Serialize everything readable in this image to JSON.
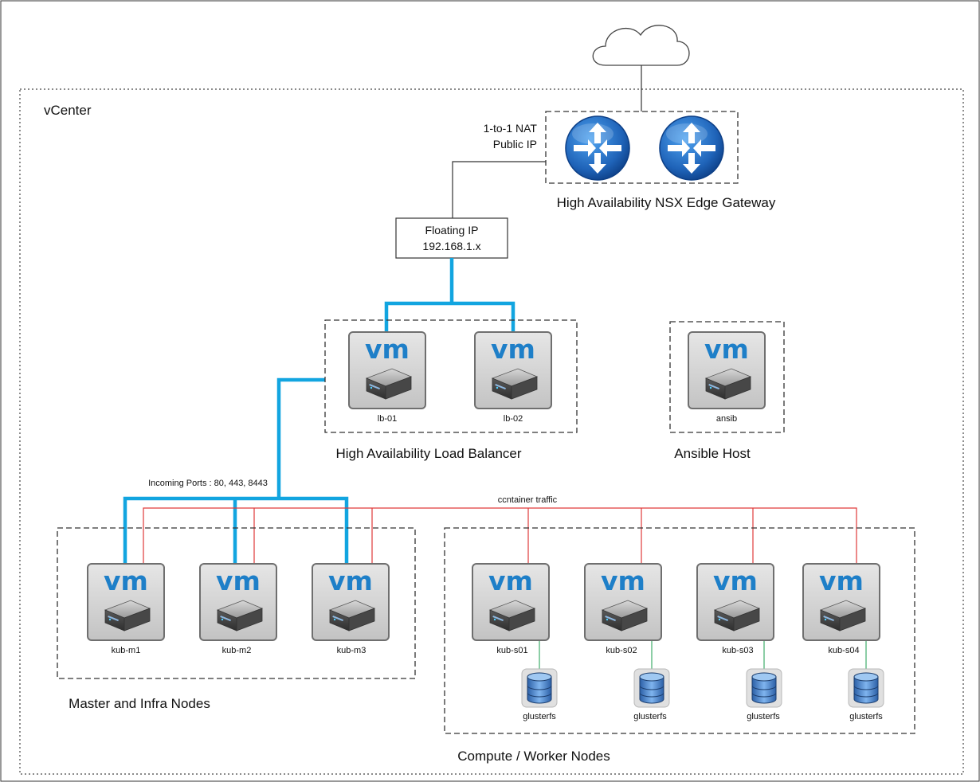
{
  "diagram": {
    "vcenter_label": "vCenter",
    "nat_label_line1": "1-to-1 NAT",
    "nat_label_line2": "Public IP",
    "gateway_caption": "High Availability NSX Edge Gateway",
    "floating_ip_line1": "Floating IP",
    "floating_ip_line2": "192.168.1.x",
    "load_balancer_caption": "High Availability Load Balancer",
    "ansible_caption": "Ansible Host",
    "incoming_ports_label": "Incoming Ports : 80, 443, 8443",
    "container_traffic_label": "ccntainer traffic",
    "master_caption": "Master and Infra Nodes",
    "worker_caption": "Compute / Worker Nodes",
    "vm_badge": "vm",
    "nodes": {
      "lb01": "lb-01",
      "lb02": "lb-02",
      "ansib": "ansib",
      "kubm1": "kub-m1",
      "kubm2": "kub-m2",
      "kubm3": "kub-m3",
      "kubs01": "kub-s01",
      "kubs02": "kub-s02",
      "kubs03": "kub-s03",
      "kubs04": "kub-s04"
    },
    "storage_label": "glusterfs",
    "colors": {
      "ingress_line": "#12a5e0",
      "container_line": "#e03a3a",
      "storage_line": "#3fae6a",
      "vm_text": "#1e7fc8",
      "router": "#1f63b8"
    }
  }
}
